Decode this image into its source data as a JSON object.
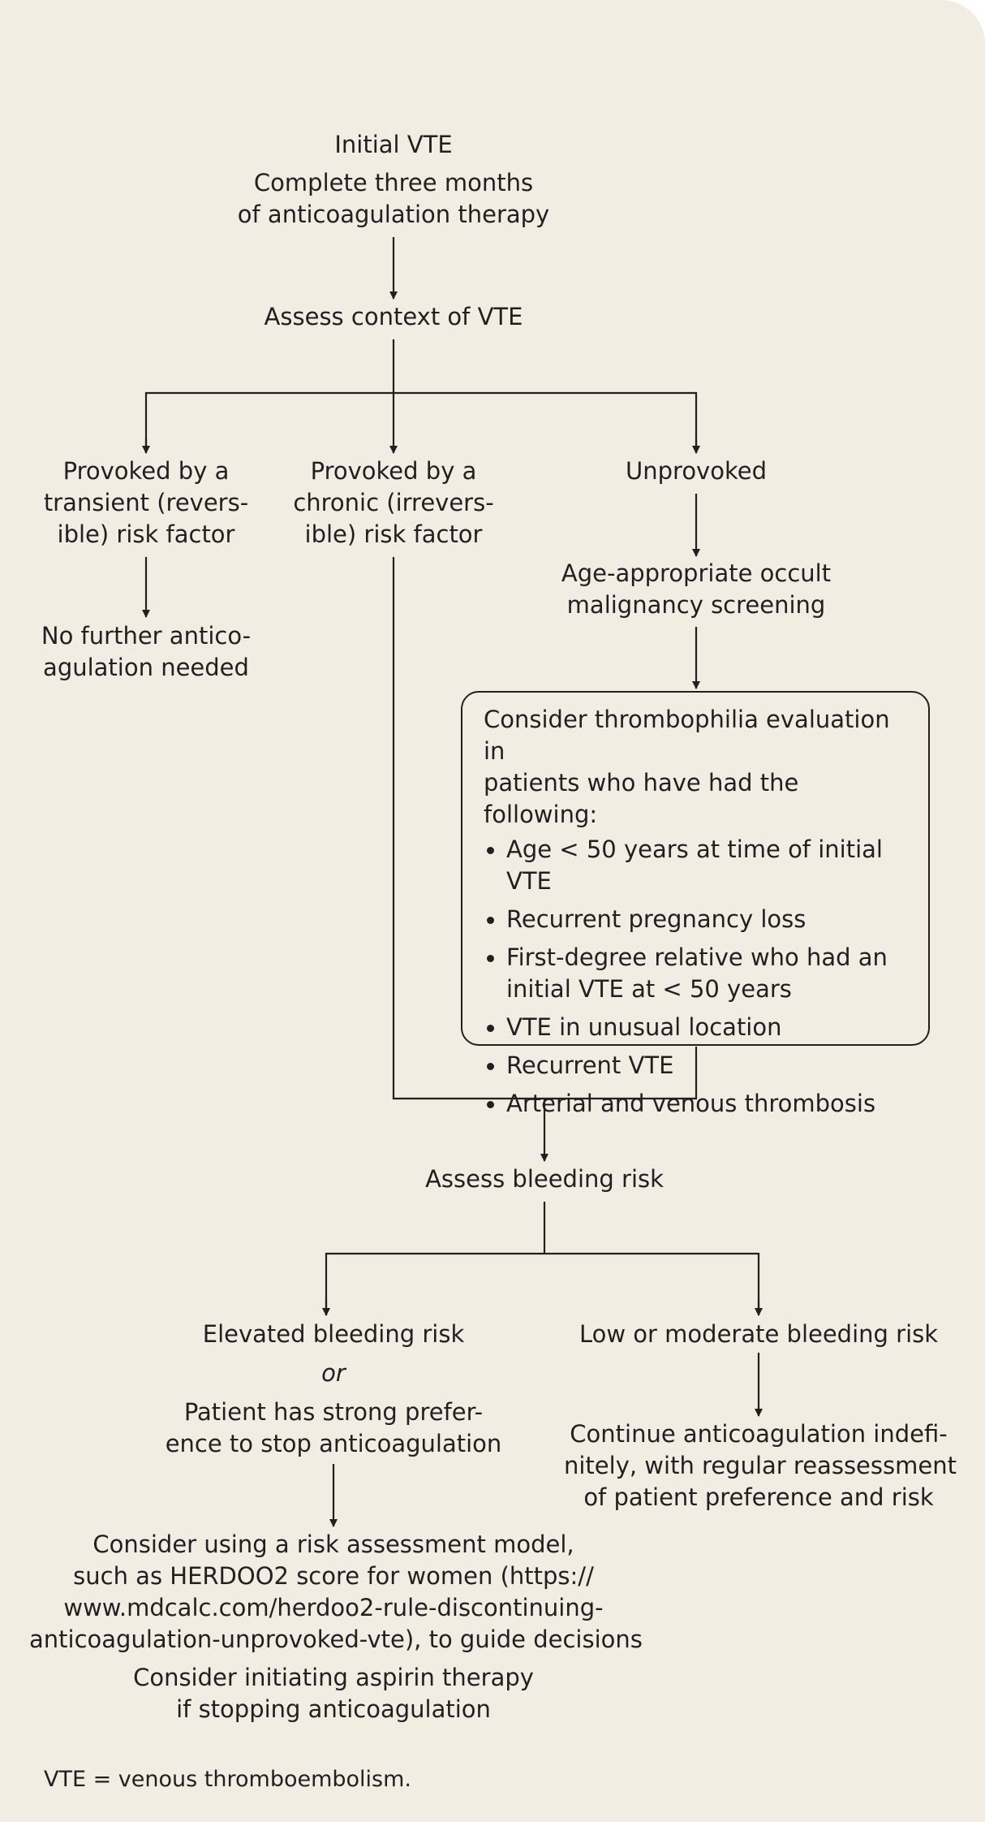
{
  "start": {
    "title": "Initial VTE",
    "lines": [
      "Complete three months",
      "of anticoagulation therapy"
    ]
  },
  "assess_context": "Assess context of VTE",
  "branches": {
    "transient": [
      "Provoked by a",
      "transient (revers-",
      "ible) risk factor"
    ],
    "transient_result": [
      "No further antico-",
      "agulation needed"
    ],
    "chronic": [
      "Provoked by a",
      "chronic (irrevers-",
      "ible) risk factor"
    ],
    "unprovoked": "Unprovoked",
    "screening": [
      "Age-appropriate occult",
      "malignancy screening"
    ]
  },
  "thrombophilia_box": {
    "intro": [
      "Consider thrombophilia evaluation in",
      "patients who have had the following:"
    ],
    "items": [
      [
        "Age < 50 years at time of initial VTE"
      ],
      [
        "Recurrent pregnancy loss"
      ],
      [
        "First-degree relative who had an",
        "initial VTE at < 50 years"
      ],
      [
        "VTE in unusual location"
      ],
      [
        "Recurrent VTE"
      ],
      [
        "Arterial and venous thrombosis"
      ]
    ]
  },
  "assess_bleeding": "Assess bleeding risk",
  "elevated": {
    "line1": "Elevated bleeding risk",
    "or": "or",
    "lines": [
      "Patient has strong prefer-",
      "ence to stop anticoagulation"
    ]
  },
  "low": {
    "label": "Low or moderate bleeding risk",
    "result": [
      "Continue anticoagulation indefi-",
      "nitely, with regular reassessment",
      "of patient preference and risk"
    ]
  },
  "risk_model": {
    "lines": [
      "Consider using a risk assessment model,",
      "such as HERDOO2 score for women (https://",
      "www.mdcalc.com/herdoo2-rule-discontinuing-",
      "anticoagulation-unprovoked-vte), to guide decisions"
    ],
    "aspirin": [
      "Consider initiating aspirin therapy",
      "if stopping anticoagulation"
    ]
  },
  "footnote": "VTE = venous thromboembolism.",
  "colors": {
    "background": "#f1ede3",
    "ink": "#231f20"
  }
}
